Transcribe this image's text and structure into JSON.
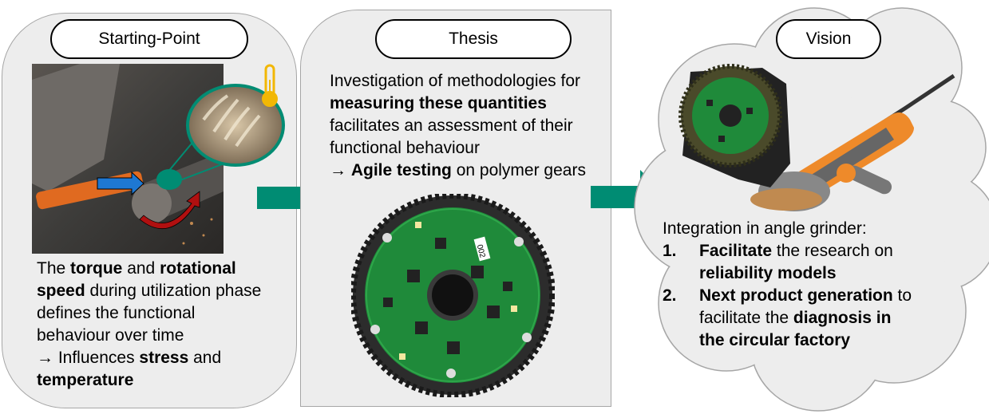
{
  "colors": {
    "accent": "#008c73",
    "panel": "#ededed",
    "thermometer": "#f2b705",
    "arrow_blue": "#1e78d2",
    "arrow_red": "#b01010"
  },
  "starting": {
    "title": "Starting-Point",
    "text": [
      {
        "parts": [
          {
            "t": "The ",
            "b": false
          },
          {
            "t": "torque",
            "b": true
          },
          {
            "t": " and ",
            "b": false
          },
          {
            "t": "rotational",
            "b": true
          }
        ]
      },
      {
        "parts": [
          {
            "t": "speed",
            "b": true
          },
          {
            "t": " during utilization phase",
            "b": false
          }
        ]
      },
      {
        "parts": [
          {
            "t": "defines the functional",
            "b": false
          }
        ]
      },
      {
        "parts": [
          {
            "t": "behaviour over time",
            "b": false
          }
        ]
      },
      {
        "parts": [
          {
            "t": "→ Influences ",
            "b": false
          },
          {
            "t": "stress",
            "b": true
          },
          {
            "t": " and",
            "b": false
          }
        ]
      },
      {
        "parts": [
          {
            "t": "temperature",
            "b": true
          }
        ]
      }
    ]
  },
  "thesis": {
    "title": "Thesis",
    "text": [
      {
        "parts": [
          {
            "t": "Investigation of methodologies for",
            "b": false
          }
        ]
      },
      {
        "parts": [
          {
            "t": "measuring these quantities",
            "b": true
          }
        ]
      },
      {
        "parts": [
          {
            "t": "facilitates an assessment of their",
            "b": false
          }
        ]
      },
      {
        "parts": [
          {
            "t": "functional behaviour",
            "b": false
          }
        ]
      },
      {
        "parts": [
          {
            "t": "→ ",
            "b": false
          },
          {
            "t": "Agile testing",
            "b": true
          },
          {
            "t": " on polymer gears",
            "b": false
          }
        ]
      }
    ],
    "board_label": "002"
  },
  "vision": {
    "title": "Vision",
    "intro": "Integration in angle grinder:",
    "items": [
      {
        "num": "1.",
        "lines": [
          [
            {
              "t": "Facilitate",
              "b": true
            },
            {
              "t": " the research on",
              "b": false
            }
          ],
          [
            {
              "t": "reliability models",
              "b": true
            }
          ]
        ]
      },
      {
        "num": "2.",
        "lines": [
          [
            {
              "t": "Next product generation",
              "b": true
            },
            {
              "t": " to",
              "b": false
            }
          ],
          [
            {
              "t": "facilitate the ",
              "b": false
            },
            {
              "t": "diagnosis in",
              "b": true
            }
          ],
          [
            {
              "t": "the circular factory",
              "b": true
            }
          ]
        ]
      }
    ]
  }
}
